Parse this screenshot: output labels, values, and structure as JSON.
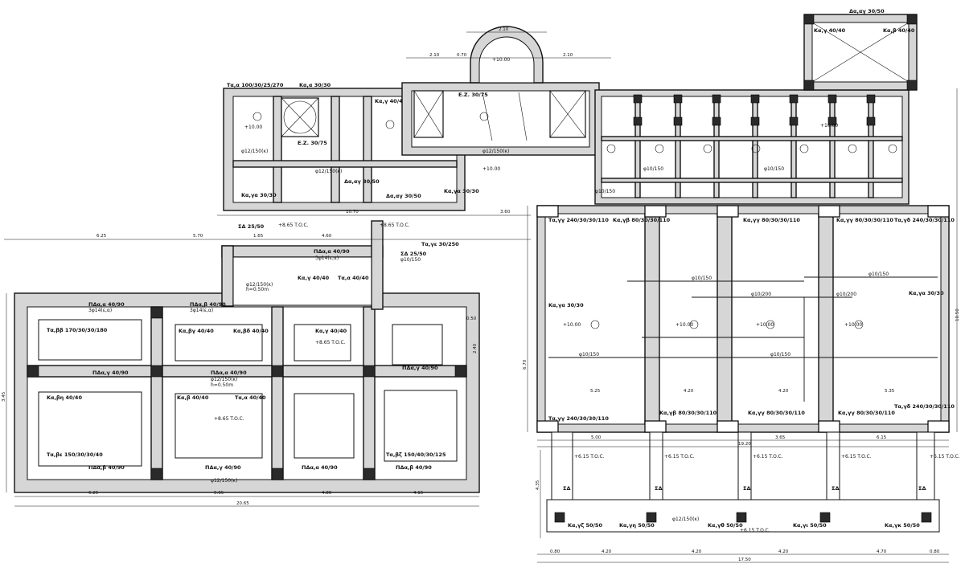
{
  "labels": {
    "t1": "Tα,α 100/30/25/270",
    "t2": "Kα,α 30/30",
    "t3": "Kα,γ 40/40",
    "t4": "Kα,β 40/40",
    "t5": "Tα,α 40/40",
    "t6": "Δα,αγ 30/50",
    "t7": "Kα,γα 30/30",
    "t8": "Tα,γγ 240/30/30/110",
    "t9": "Kα,γβ 80/30/30/110",
    "t10": "Kα,γγ 80/30/30/110",
    "t11": "Tα,γδ 240/30/30/110",
    "t12": "Tα,ββ 170/30/30/180",
    "t13": "Kα,βγ 40/40",
    "t14": "Kα,βδ 40/40",
    "t15": "Tα,βε 150/30/30/40",
    "t16": "Tα,βζ 150/40/30/125",
    "t17": "Kα,βη 40/40",
    "t18": "ΠΔα,α 40/90",
    "t19": "ΠΔα,β 40/90",
    "t20": "ΠΔα,γ 40/90",
    "t21": "ΣΔ 25/50",
    "t22": "Tα,γε 30/250",
    "t23": "Kα,γζ 50/50",
    "t24": "Kα,γη 50/50",
    "t25": "Kα,γθ 50/50",
    "t26": "Kα,γι 50/50",
    "t27": "Kα,γκ 50/50",
    "t28": "φ12/150(κ)",
    "t29": "φ10/150",
    "t30": "φ10/200",
    "t31": "+10.00",
    "t32": "+8.65 T.O.C.",
    "t33": "+6.15 T.O.C.",
    "t34": "E.Z. 30/75",
    "t35": "h=0.50m",
    "t36": "3φ14(ε,α)",
    "t37": "ΣΔ"
  },
  "dims": {
    "d1": "2.10",
    "d2": "0.70",
    "d3": "2.10",
    "d4": "6.25",
    "d5": "5.70",
    "d6": "1.65",
    "d7": "4.60",
    "d8": "10.70",
    "d9": "3.60",
    "d10": "6.25",
    "d11": "5.65",
    "d12": "4.80",
    "d13": "4.15",
    "d14": "20.65",
    "d15": "5.00",
    "d16": "3.65",
    "d17": "6.15",
    "d18": "19.20",
    "d19": "0.80",
    "d20": "4.20",
    "d21": "4.20",
    "d22": "4.20",
    "d23": "4.70",
    "d24": "0.80",
    "d25": "17.50",
    "d26": "5.25",
    "d27": "4.20",
    "d28": "4.20",
    "d29": "5.35",
    "d30": "10.50",
    "d31": "6.70",
    "d32": "4.35",
    "d33": "3.45",
    "d34": "2.40",
    "d35": "0.50"
  }
}
